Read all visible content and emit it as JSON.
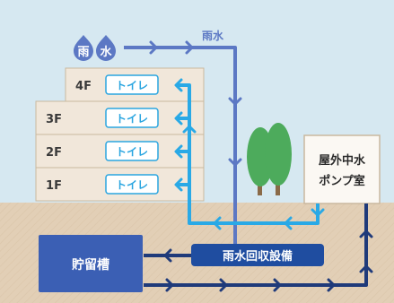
{
  "colors": {
    "sky": "#d6e8f1",
    "ground": "#e2cfb6",
    "building": "#f1e7da",
    "building_border": "#c9b89f",
    "toilet_border": "#2aa5e0",
    "toilet_text": "#2aa5e0",
    "rain_pipe": "#5c78c4",
    "treated_pipe": "#29a9e6",
    "storage_pipe": "#1f3a7a",
    "tank": "#3b5fb4",
    "equipment": "#1f4da0",
    "tree": "#4dab5c",
    "trunk": "#8a6a48",
    "pump_room": "#fbf8f3"
  },
  "rain_badge": [
    "雨",
    "水"
  ],
  "rain_pipe_label": "雨水",
  "floors": [
    {
      "floor": "4F",
      "fixture": "トイレ"
    },
    {
      "floor": "3F",
      "fixture": "トイレ"
    },
    {
      "floor": "2F",
      "fixture": "トイレ"
    },
    {
      "floor": "1F",
      "fixture": "トイレ"
    }
  ],
  "pump_room_lines": [
    "屋外中水",
    "ポンプ室"
  ],
  "equipment_label": "雨水回収設備",
  "tank_label": "貯留槽",
  "icons": [
    "raindrop-icon",
    "tree-icon",
    "arrow-right-icon",
    "arrow-left-icon",
    "arrow-up-icon",
    "arrow-down-icon"
  ]
}
